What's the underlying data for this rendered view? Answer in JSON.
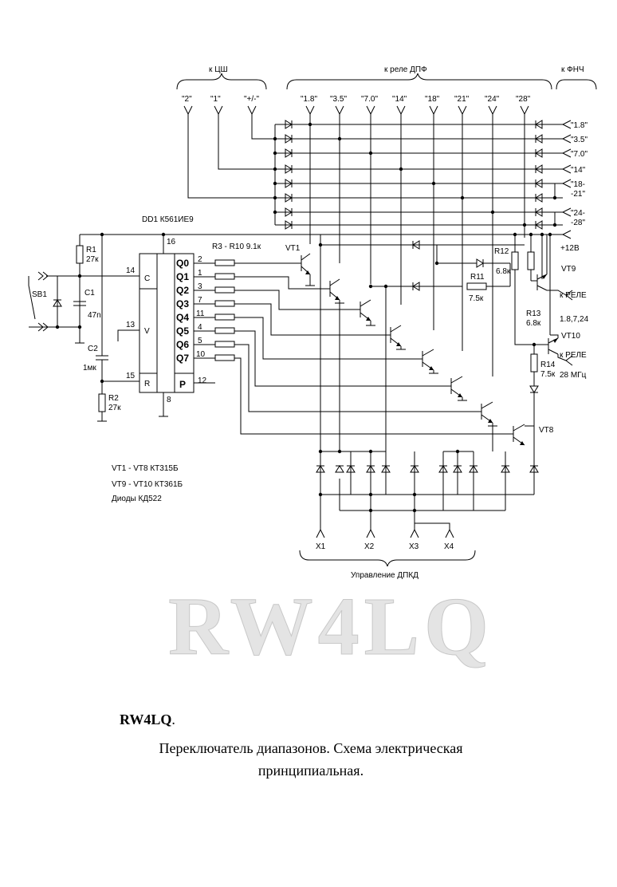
{
  "groups": {
    "tsh": "к ЦШ",
    "dpf": "к реле ДПФ",
    "fnch": "к ФНЧ",
    "dpkd": "Управление ДПКД"
  },
  "top_inputs": [
    "\"2\"",
    "\"1\"",
    "\"+/-\"",
    "\"1.8\"",
    "\"3.5\"",
    "\"7.0\"",
    "\"14\"",
    "\"18\"",
    "\"21\"",
    "\"24\"",
    "\"28\""
  ],
  "right_labels": [
    "\"1.8\"",
    "\"3.5\"",
    "\"7.0\"",
    "\"14\"",
    "\"18-",
    "-21\"",
    "\"24-",
    "-28\""
  ],
  "chip": {
    "title": "DD1  К561ИЕ9",
    "pins_left": [
      "C",
      "V",
      "R"
    ],
    "pins_right": [
      "Q0",
      "Q1",
      "Q2",
      "Q3",
      "Q4",
      "Q5",
      "Q6",
      "Q7",
      "P"
    ],
    "pin_numbers": [
      "16",
      "14",
      "13",
      "15",
      "8",
      "2",
      "1",
      "3",
      "7",
      "11",
      "4",
      "5",
      "10",
      "12"
    ]
  },
  "parts": {
    "r1": "R1",
    "r1v": "27к",
    "c1": "C1",
    "c1v": "47n",
    "c2": "C2",
    "c2v": "1мк",
    "r2": "R2",
    "r2v": "27к",
    "sb1": "SB1",
    "r3_10": "R3 - R10  9.1к",
    "r11": "R11",
    "r11v": "7.5к",
    "r12": "R12",
    "r12v": "6.8к",
    "r13": "R13",
    "r13v": "6.8к",
    "r14": "R14",
    "r14v": "7.5к",
    "vt1": "VT1",
    "vt8": "VT8",
    "vt9": "VT9",
    "vt10": "VT10"
  },
  "right_side": {
    "supply": "+12В",
    "rele1": "к РЕЛЕ",
    "rele1_sub": "1.8,7,24",
    "rele2": "к РЕЛЕ",
    "rele2_sub": "28 МГц"
  },
  "outputs": [
    "X1",
    "X2",
    "X3",
    "X4"
  ],
  "notes": [
    "VT1 - VT8   КТ315Б",
    "VT9 - VT10  КТ361Б",
    "Диоды   КД522"
  ],
  "watermark": "RW4LQ",
  "caption": {
    "title": "RW4LQ",
    "title_punct": ".",
    "line1": "Переключатель диапазонов.  Схема электрическая",
    "line2": "принципиальная."
  }
}
